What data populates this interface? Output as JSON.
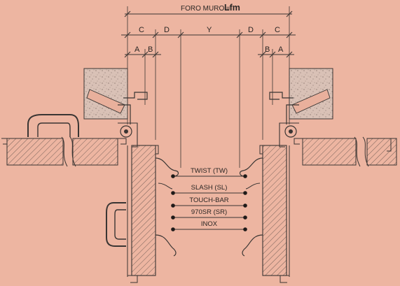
{
  "diagram": {
    "title_prefix": "FORO MURO =",
    "title_main": "Lfm",
    "dimensions": {
      "c": "C",
      "d": "D",
      "y": "Y",
      "a": "A",
      "b": "B"
    },
    "handle_types": [
      "TWIST (TW)",
      "SLASH (SL)",
      "TOUCH-BAR",
      "970SR (SR)",
      "INOX"
    ],
    "colors": {
      "background": "#edb5a1",
      "line": "#3a3533",
      "wall_fill": "#d9c1b6",
      "panel_fill": "#e9b09c"
    }
  }
}
